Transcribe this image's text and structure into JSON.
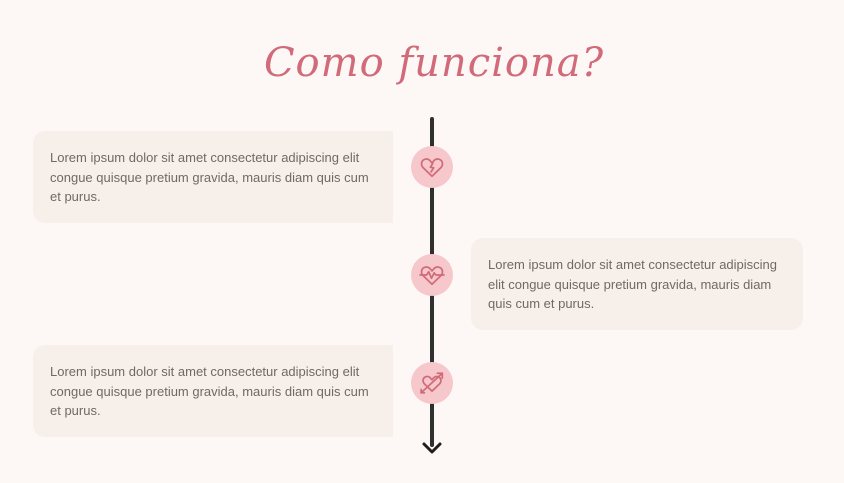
{
  "title": "Como funciona?",
  "steps": [
    {
      "text": "Lorem ipsum dolor sit amet consectetur adipiscing elit congue quisque pretium gravida, mauris diam quis cum et purus.",
      "icon": "broken-heart-icon"
    },
    {
      "text": "Lorem ipsum dolor sit amet consectetur adipiscing elit congue quisque pretium gravida, mauris diam quis cum et purus.",
      "icon": "heartbeat-icon"
    },
    {
      "text": "Lorem ipsum dolor sit amet consectetur adipiscing elit congue quisque pretium gravida, mauris diam quis cum et purus.",
      "icon": "heart-arrow-icon"
    }
  ],
  "colors": {
    "accent": "#d16a79",
    "icon_bg": "#f6c8cc",
    "card_bg": "#f6efea",
    "line": "#2f2f2f"
  }
}
